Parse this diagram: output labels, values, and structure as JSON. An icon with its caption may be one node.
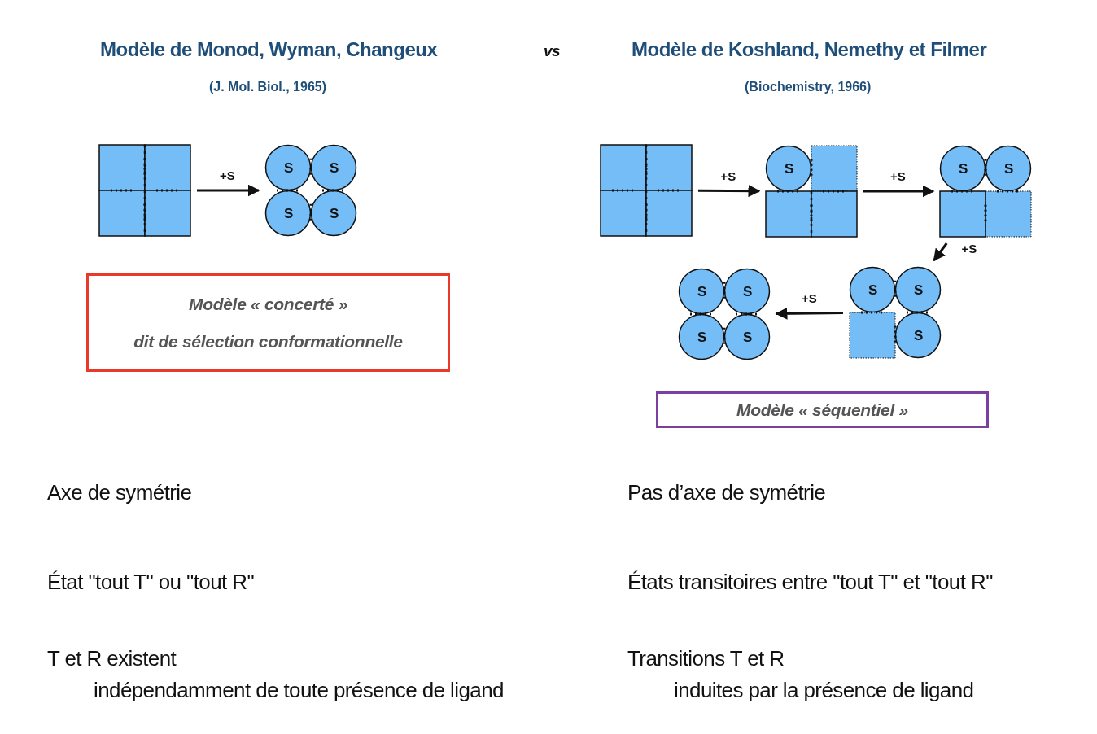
{
  "diagram": {
    "nodes": [
      {
        "text": [],
        "shape": "box"
      },
      {
        "text": [
          "S",
          "S",
          "S",
          "S"
        ]
      },
      {
        "text": [
          "Modèle « concerté »",
          "dit de sélection conformationnelle"
        ]
      },
      {
        "text": [],
        "shape": "box"
      },
      {
        "text": [
          "S"
        ]
      },
      {
        "text": [
          "S",
          "S"
        ]
      },
      {
        "text": [
          "S",
          "S",
          "S",
          "S"
        ]
      },
      {
        "text": [
          "S",
          "S",
          "S"
        ]
      },
      {
        "text": [
          "Modèle « séquentiel »"
        ]
      }
    ],
    "edges": [
      {
        "from": 0,
        "to": 1,
        "arrow": "to",
        "label": "+S"
      },
      {
        "from": 3,
        "to": 4,
        "arrow": "to",
        "label": "+S"
      },
      {
        "from": 4,
        "to": 5,
        "arrow": "to",
        "label": "+S"
      },
      {
        "from": 5,
        "to": 7,
        "arrow": "to",
        "label": "+S"
      },
      {
        "from": 7,
        "to": 6,
        "arrow": "to",
        "label": "+S"
      }
    ],
    "labels": [
      "Modèle de Monod, Wyman, Changeux",
      "vs",
      "Modèle de Koshland, Nemethy et Filmer",
      "(J. Mol. Biol., 1965)",
      "(Biochemistry, 1966)",
      "Axe de symétrie",
      "Pas d’axe de symétrie",
      "État \"tout T\" ou \"tout R\"",
      "États transitoires entre \"tout T\" et \"tout R\"",
      "T et R existent indépendamment de toute présence de ligand",
      "Transitions T et R induites par la présence de ligand"
    ]
  }
}
